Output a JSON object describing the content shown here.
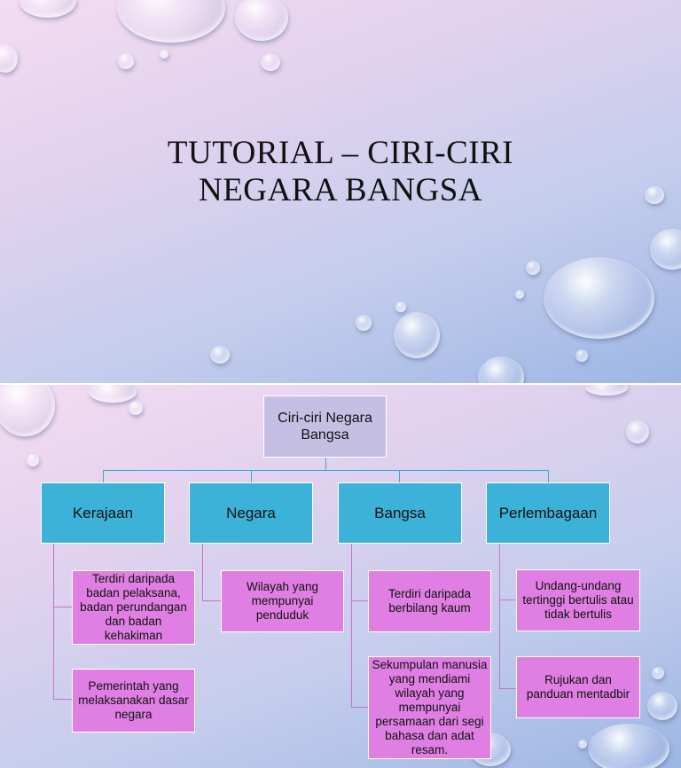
{
  "slide1": {
    "title_line1": "TUTORIAL – CIRI-CIRI",
    "title_line2": "NEGARA BANGSA"
  },
  "slide2": {
    "root": "Ciri-ciri Negara Bangsa",
    "categories": [
      {
        "label": "Kerajaan",
        "details": [
          "Terdiri daripada badan pelaksana, badan perundangan dan badan kehakiman",
          "Pemerintah yang melaksanakan dasar negara"
        ]
      },
      {
        "label": "Negara",
        "details": [
          "Wilayah yang mempunyai penduduk"
        ]
      },
      {
        "label": "Bangsa",
        "details": [
          "Terdiri daripada berbilang kaum",
          "Sekumpulan manusia yang mendiami wilayah yang mempunyai persamaan dari segi bahasa dan adat resam."
        ]
      },
      {
        "label": "Perlembagaan",
        "details": [
          "Undang-undang tertinggi bertulis atau tidak bertulis",
          "Rujukan dan panduan mentadbir"
        ]
      }
    ]
  },
  "colors": {
    "root_box": "#c5c0e3",
    "category_box": "#3db2d8",
    "detail_box": "#e07fe3",
    "connector_blue": "#3ba7cc",
    "connector_pink": "#c872cc"
  }
}
